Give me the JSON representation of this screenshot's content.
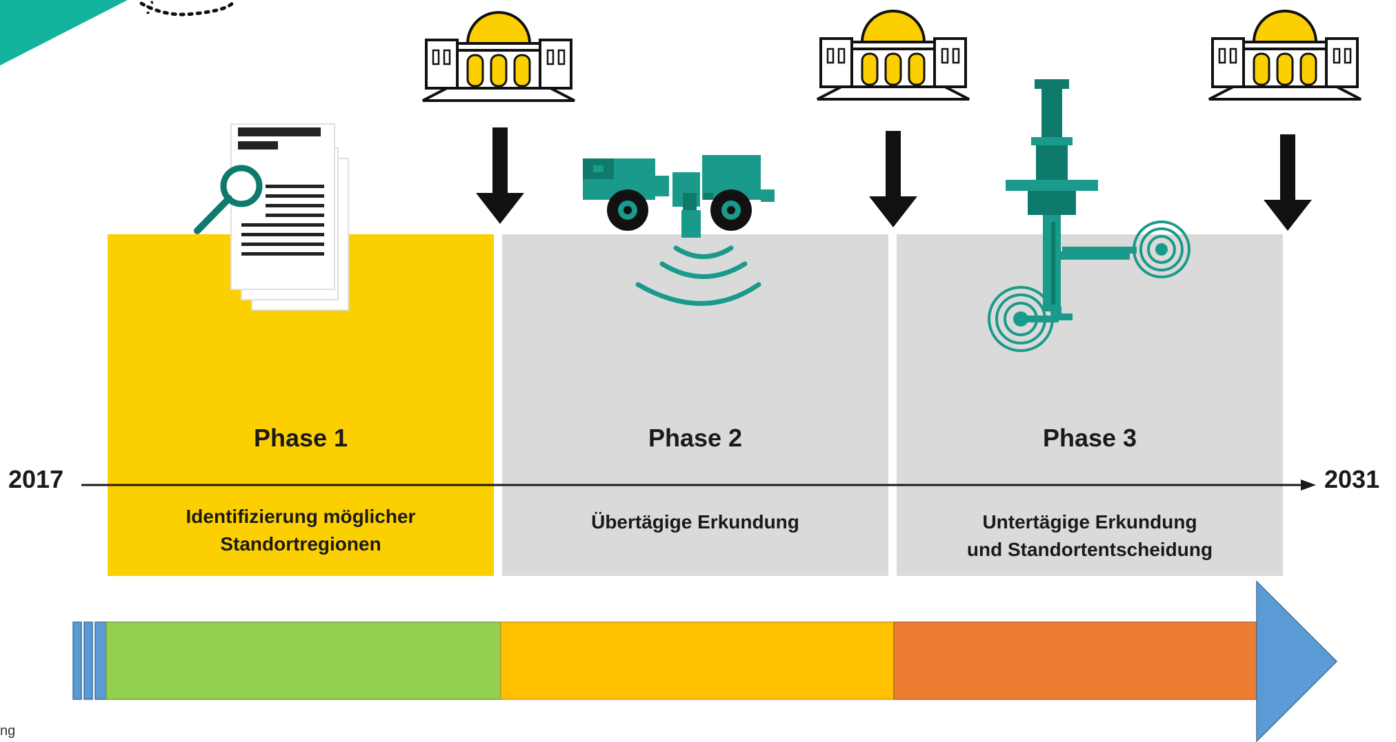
{
  "timeline": {
    "start_year": "2017",
    "end_year": "2031"
  },
  "phases": [
    {
      "title": "Phase 1",
      "description_lines": [
        "Identifizierung möglicher",
        "Standortregionen"
      ],
      "color": "#fcd000"
    },
    {
      "title": "Phase 2",
      "description_lines": [
        "Übertägige Erkundung"
      ],
      "color": "#dadada"
    },
    {
      "title": "Phase 3",
      "description_lines": [
        "Untertägige Erkundung",
        "und Standortentscheidung"
      ],
      "color": "#dadada"
    }
  ],
  "progress_bar": {
    "segment_colors": [
      "#92d050",
      "#ffc000",
      "#ed7d31"
    ],
    "arrow_color": "#5b9bd5"
  },
  "icons": [
    "parliament-icon",
    "document-magnifier-icon",
    "survey-vehicle-icon",
    "drilling-rig-icon",
    "down-arrow-icon"
  ],
  "footer_fragment": "ng",
  "colors": {
    "accent_teal": "#1a9a8a",
    "dark_teal": "#0e7a6c",
    "yellow": "#fcd000",
    "gray": "#dadada"
  }
}
